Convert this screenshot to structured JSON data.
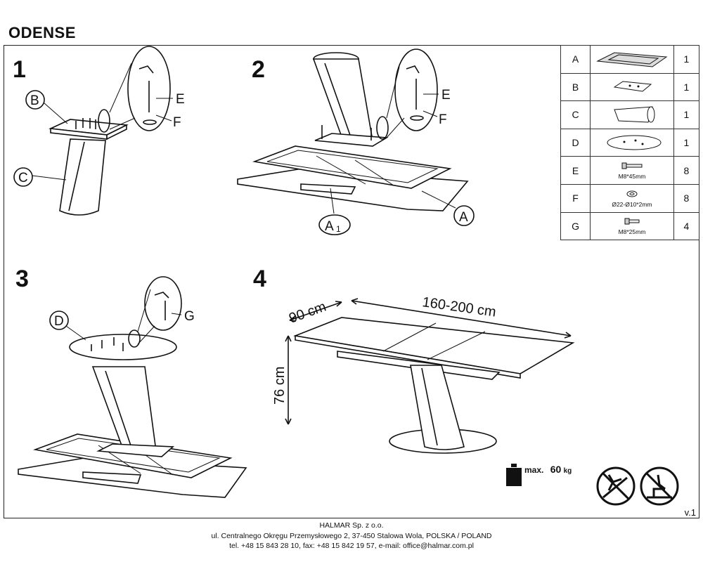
{
  "document": {
    "title": "ODENSE",
    "version": "v.1"
  },
  "steps": {
    "s1": {
      "number": "1",
      "labels": {
        "b": "B",
        "c": "C",
        "e": "E",
        "f": "F"
      }
    },
    "s2": {
      "number": "2",
      "labels": {
        "e": "E",
        "f": "F",
        "a": "A",
        "a1_main": "A",
        "a1_sub": "1"
      }
    },
    "s3": {
      "number": "3",
      "labels": {
        "d": "D",
        "g": "G"
      }
    },
    "s4": {
      "number": "4",
      "dimensions": {
        "width": "90 cm",
        "length": "160-200 cm",
        "height": "76 cm"
      }
    }
  },
  "parts": [
    {
      "letter": "A",
      "qty": "1",
      "spec": "",
      "icon": "table-top-part-icon"
    },
    {
      "letter": "B",
      "qty": "1",
      "spec": "",
      "icon": "mounting-plate-part-icon"
    },
    {
      "letter": "C",
      "qty": "1",
      "spec": "",
      "icon": "leg-column-part-icon"
    },
    {
      "letter": "D",
      "qty": "1",
      "spec": "",
      "icon": "base-plate-part-icon"
    },
    {
      "letter": "E",
      "qty": "8",
      "spec": "M8*45mm",
      "icon": "long-bolt-icon"
    },
    {
      "letter": "F",
      "qty": "8",
      "spec": "Ø22-Ø10*2mm",
      "icon": "washer-icon"
    },
    {
      "letter": "G",
      "qty": "4",
      "spec": "M8*25mm",
      "icon": "short-bolt-icon"
    }
  ],
  "max_load": {
    "label": "max.",
    "value": "60",
    "unit": "kg"
  },
  "footer": {
    "company": "HALMAR Sp. z o.o.",
    "address": "ul. Centralnego Okręgu Przemysłowego 2, 37-450 Stalowa Wola, POLSKA / POLAND",
    "contact": "tel. +48 15 843 28 10, fax: +48 15 842 19 57, e-mail: office@halmar.com.pl"
  }
}
